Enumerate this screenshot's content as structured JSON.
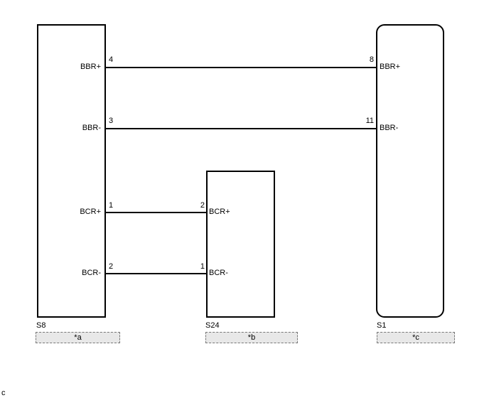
{
  "connectors": [
    {
      "id": "S8",
      "tag": "*a",
      "pins": [
        {
          "number": "4",
          "signal": "BBR+"
        },
        {
          "number": "3",
          "signal": "BBR-"
        },
        {
          "number": "1",
          "signal": "BCR+"
        },
        {
          "number": "2",
          "signal": "BCR-"
        }
      ]
    },
    {
      "id": "S24",
      "tag": "*b",
      "pins": [
        {
          "number": "2",
          "signal": "BCR+"
        },
        {
          "number": "1",
          "signal": "BCR-"
        }
      ]
    },
    {
      "id": "S1",
      "tag": "*c",
      "pins": [
        {
          "number": "8",
          "signal": "BBR+"
        },
        {
          "number": "11",
          "signal": "BBR-"
        }
      ]
    }
  ],
  "wires": [
    {
      "from": "S8-4",
      "to": "S1-8",
      "signal": "BBR+"
    },
    {
      "from": "S8-3",
      "to": "S1-11",
      "signal": "BBR-"
    },
    {
      "from": "S8-1",
      "to": "S24-2",
      "signal": "BCR+"
    },
    {
      "from": "S8-2",
      "to": "S24-1",
      "signal": "BCR-"
    }
  ],
  "footnote": "c"
}
